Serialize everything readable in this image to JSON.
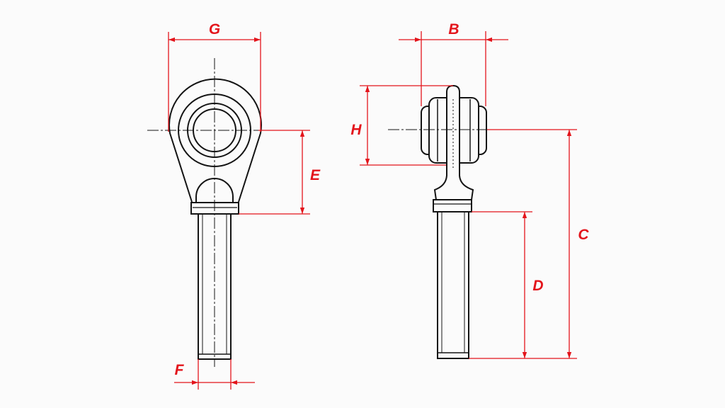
{
  "drawing": {
    "dimension_color": "#e3141b",
    "line_color": "#141414",
    "labels": {
      "g": "G",
      "b": "B",
      "h": "H",
      "e": "E",
      "c": "C",
      "d": "D",
      "f": "F"
    }
  }
}
